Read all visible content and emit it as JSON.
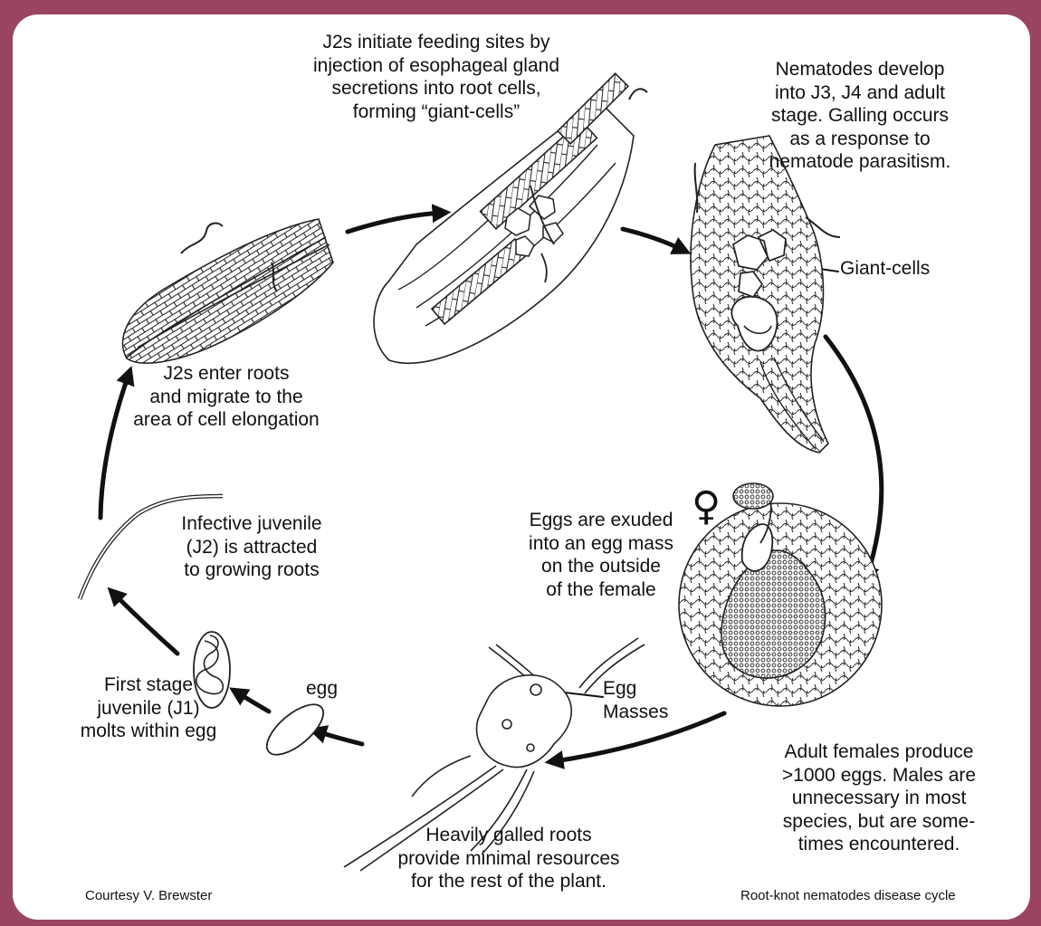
{
  "colors": {
    "frame": "#9a4560",
    "ink": "#111111"
  },
  "labels": {
    "feeding": [
      "J2s initiate feeding sites by",
      "injection of esophageal gland",
      "secretions into root cells,",
      "forming “giant-cells”"
    ],
    "develop": [
      "Nematodes develop",
      "into J3, J4 and adult",
      "stage. Galling occurs",
      "as a response to",
      "nematode parasitism."
    ],
    "giant_cells": "Giant-cells",
    "enter": [
      "J2s enter roots",
      "and migrate to the",
      "area of cell elongation"
    ],
    "infective": [
      "Infective juvenile",
      "(J2) is attracted",
      "to growing roots"
    ],
    "eggs_exuded": [
      "Eggs are exuded",
      "into an egg mass",
      "on the outside",
      "of the female"
    ],
    "female_symbol": "♀",
    "first_stage": [
      "First stage",
      "juvenile (J1)",
      "molts within egg"
    ],
    "egg": "egg",
    "egg_masses": [
      "Egg",
      "Masses"
    ],
    "adult_females": [
      "Adult females produce",
      ">1000 eggs. Males are",
      "unnecessary in most",
      "species, but are some-",
      "times encountered."
    ],
    "galled": [
      "Heavily galled roots",
      "provide minimal resources",
      "for the rest of the plant."
    ],
    "courtesy": "Courtesy V. Brewster",
    "cycle_title": "Root-knot nematodes disease cycle"
  }
}
